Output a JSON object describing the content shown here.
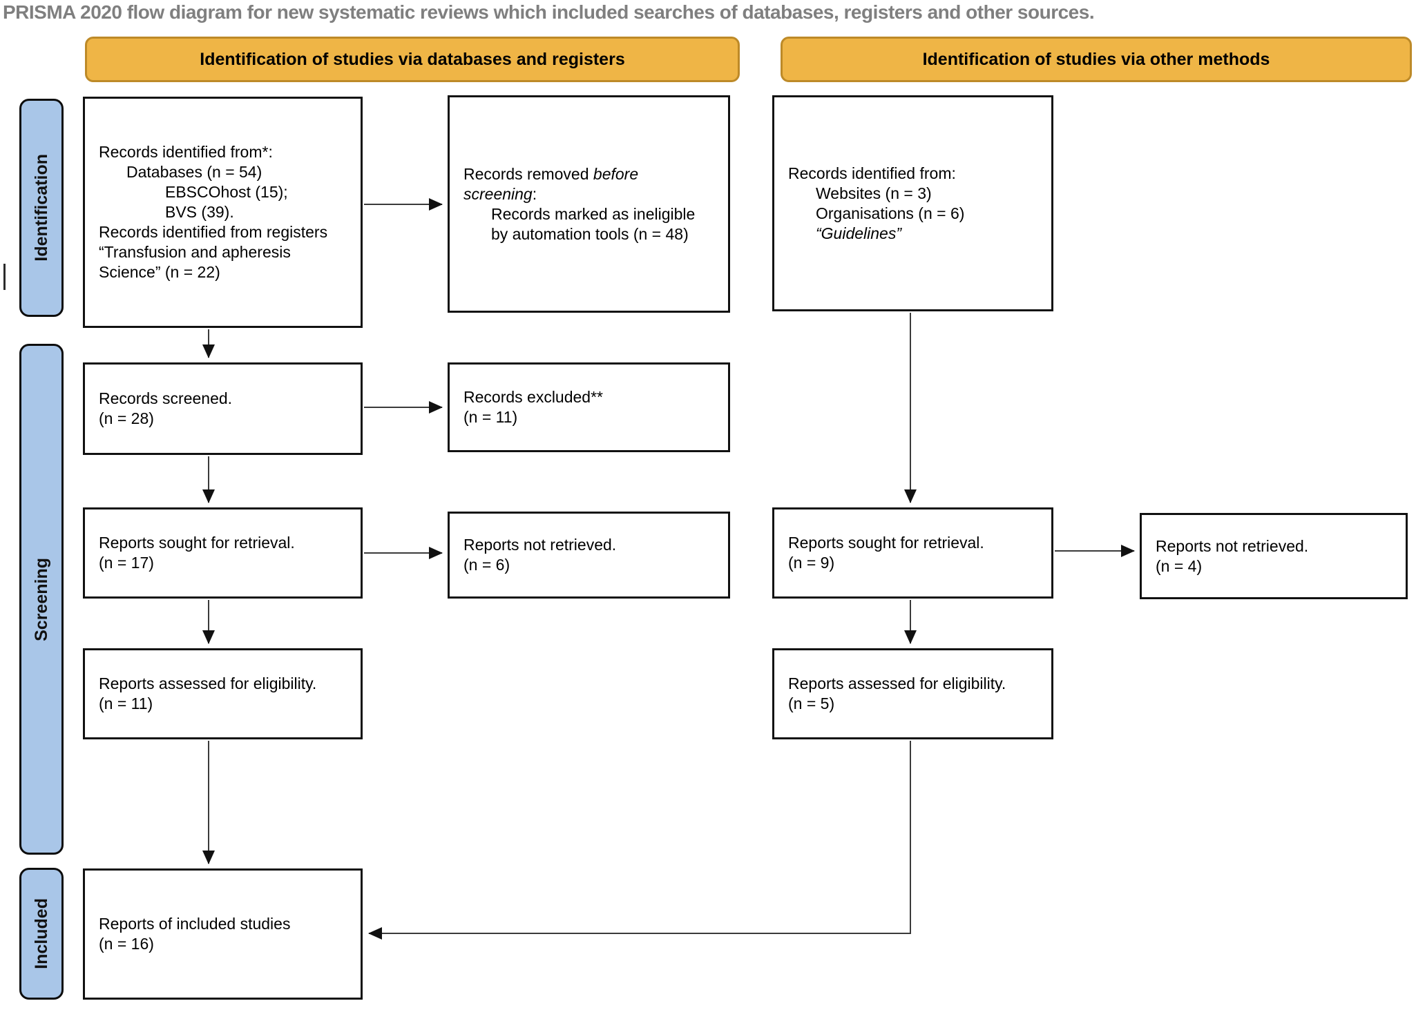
{
  "title": "PRISMA 2020 flow diagram for new systematic reviews which included searches of databases, registers and other sources.",
  "colors": {
    "title_color": "#7f7f7f",
    "header_fill": "#efb546",
    "header_border": "#bd8a28",
    "stage_fill": "#a9c6e8",
    "arrow_color": "#3a3a3a"
  },
  "headers": [
    {
      "label": "Identification of studies via databases and registers"
    },
    {
      "label": "Identification of studies via other methods"
    }
  ],
  "stages": [
    {
      "label": "Identification"
    },
    {
      "label": "Screening"
    },
    {
      "label": "Included"
    }
  ],
  "boxes": [
    {
      "id": "records-identified-databases",
      "lines": [
        {
          "indent": 0,
          "parts": [
            {
              "t": "Records identified from*:"
            }
          ]
        },
        {
          "indent": 1,
          "parts": [
            {
              "t": "Databases (n = 54)"
            }
          ]
        },
        {
          "indent": 2,
          "parts": [
            {
              "t": "EBSCOhost (15);"
            }
          ]
        },
        {
          "indent": 2,
          "parts": [
            {
              "t": "BVS (39)."
            }
          ]
        },
        {
          "indent": 0,
          "parts": [
            {
              "t": "Records identified from registers"
            }
          ]
        },
        {
          "indent": 0,
          "parts": [
            {
              "t": "“Transfusion and apheresis"
            }
          ]
        },
        {
          "indent": 0,
          "parts": [
            {
              "t": "Science” (n = 22)"
            }
          ]
        }
      ]
    },
    {
      "id": "records-removed-before-screening",
      "lines": [
        {
          "indent": 0,
          "parts": [
            {
              "t": "Records removed "
            },
            {
              "t": "before",
              "i": true
            }
          ]
        },
        {
          "indent": 0,
          "parts": [
            {
              "t": "screening",
              "i": true
            },
            {
              "t": ":"
            }
          ]
        },
        {
          "indent": 1,
          "parts": [
            {
              "t": "Records marked as ineligible"
            }
          ]
        },
        {
          "indent": 1,
          "parts": [
            {
              "t": "by automation tools (n = 48)"
            }
          ]
        }
      ]
    },
    {
      "id": "records-identified-other",
      "lines": [
        {
          "indent": 0,
          "parts": [
            {
              "t": "Records identified from:"
            }
          ]
        },
        {
          "indent": 1,
          "parts": [
            {
              "t": "Websites (n = 3)"
            }
          ]
        },
        {
          "indent": 1,
          "parts": [
            {
              "t": "Organisations (n = 6)"
            }
          ]
        },
        {
          "indent": 1,
          "parts": [
            {
              "t": "“Guidelines”",
              "i": true
            }
          ]
        }
      ]
    },
    {
      "id": "records-screened",
      "lines": [
        {
          "indent": 0,
          "parts": [
            {
              "t": "Records screened."
            }
          ]
        },
        {
          "indent": 0,
          "parts": [
            {
              "t": "(n = 28)"
            }
          ]
        }
      ]
    },
    {
      "id": "records-excluded",
      "lines": [
        {
          "indent": 0,
          "parts": [
            {
              "t": "Records excluded**"
            }
          ]
        },
        {
          "indent": 0,
          "parts": [
            {
              "t": "(n = 11)"
            }
          ]
        }
      ]
    },
    {
      "id": "reports-sought-databases",
      "lines": [
        {
          "indent": 0,
          "parts": [
            {
              "t": "Reports sought for retrieval."
            }
          ]
        },
        {
          "indent": 0,
          "parts": [
            {
              "t": "(n = 17)"
            }
          ]
        }
      ]
    },
    {
      "id": "reports-not-retrieved-databases",
      "lines": [
        {
          "indent": 0,
          "parts": [
            {
              "t": "Reports not retrieved."
            }
          ]
        },
        {
          "indent": 0,
          "parts": [
            {
              "t": "(n = 6)"
            }
          ]
        }
      ]
    },
    {
      "id": "reports-sought-other",
      "lines": [
        {
          "indent": 0,
          "parts": [
            {
              "t": "Reports sought for retrieval."
            }
          ]
        },
        {
          "indent": 0,
          "parts": [
            {
              "t": "(n = 9)"
            }
          ]
        }
      ]
    },
    {
      "id": "reports-not-retrieved-other",
      "lines": [
        {
          "indent": 0,
          "parts": [
            {
              "t": "Reports not retrieved."
            }
          ]
        },
        {
          "indent": 0,
          "parts": [
            {
              "t": "(n = 4)"
            }
          ]
        }
      ]
    },
    {
      "id": "reports-assessed-databases",
      "lines": [
        {
          "indent": 0,
          "parts": [
            {
              "t": "Reports assessed for eligibility."
            }
          ]
        },
        {
          "indent": 0,
          "parts": [
            {
              "t": "(n = 11)"
            }
          ]
        }
      ]
    },
    {
      "id": "reports-assessed-other",
      "lines": [
        {
          "indent": 0,
          "parts": [
            {
              "t": "Reports assessed for eligibility."
            }
          ]
        },
        {
          "indent": 0,
          "parts": [
            {
              "t": "(n = 5)"
            }
          ]
        }
      ]
    },
    {
      "id": "reports-included",
      "lines": [
        {
          "indent": 0,
          "parts": [
            {
              "t": "Reports of included studies"
            }
          ]
        },
        {
          "indent": 0,
          "parts": [
            {
              "t": "(n = 16)"
            }
          ]
        }
      ]
    }
  ]
}
